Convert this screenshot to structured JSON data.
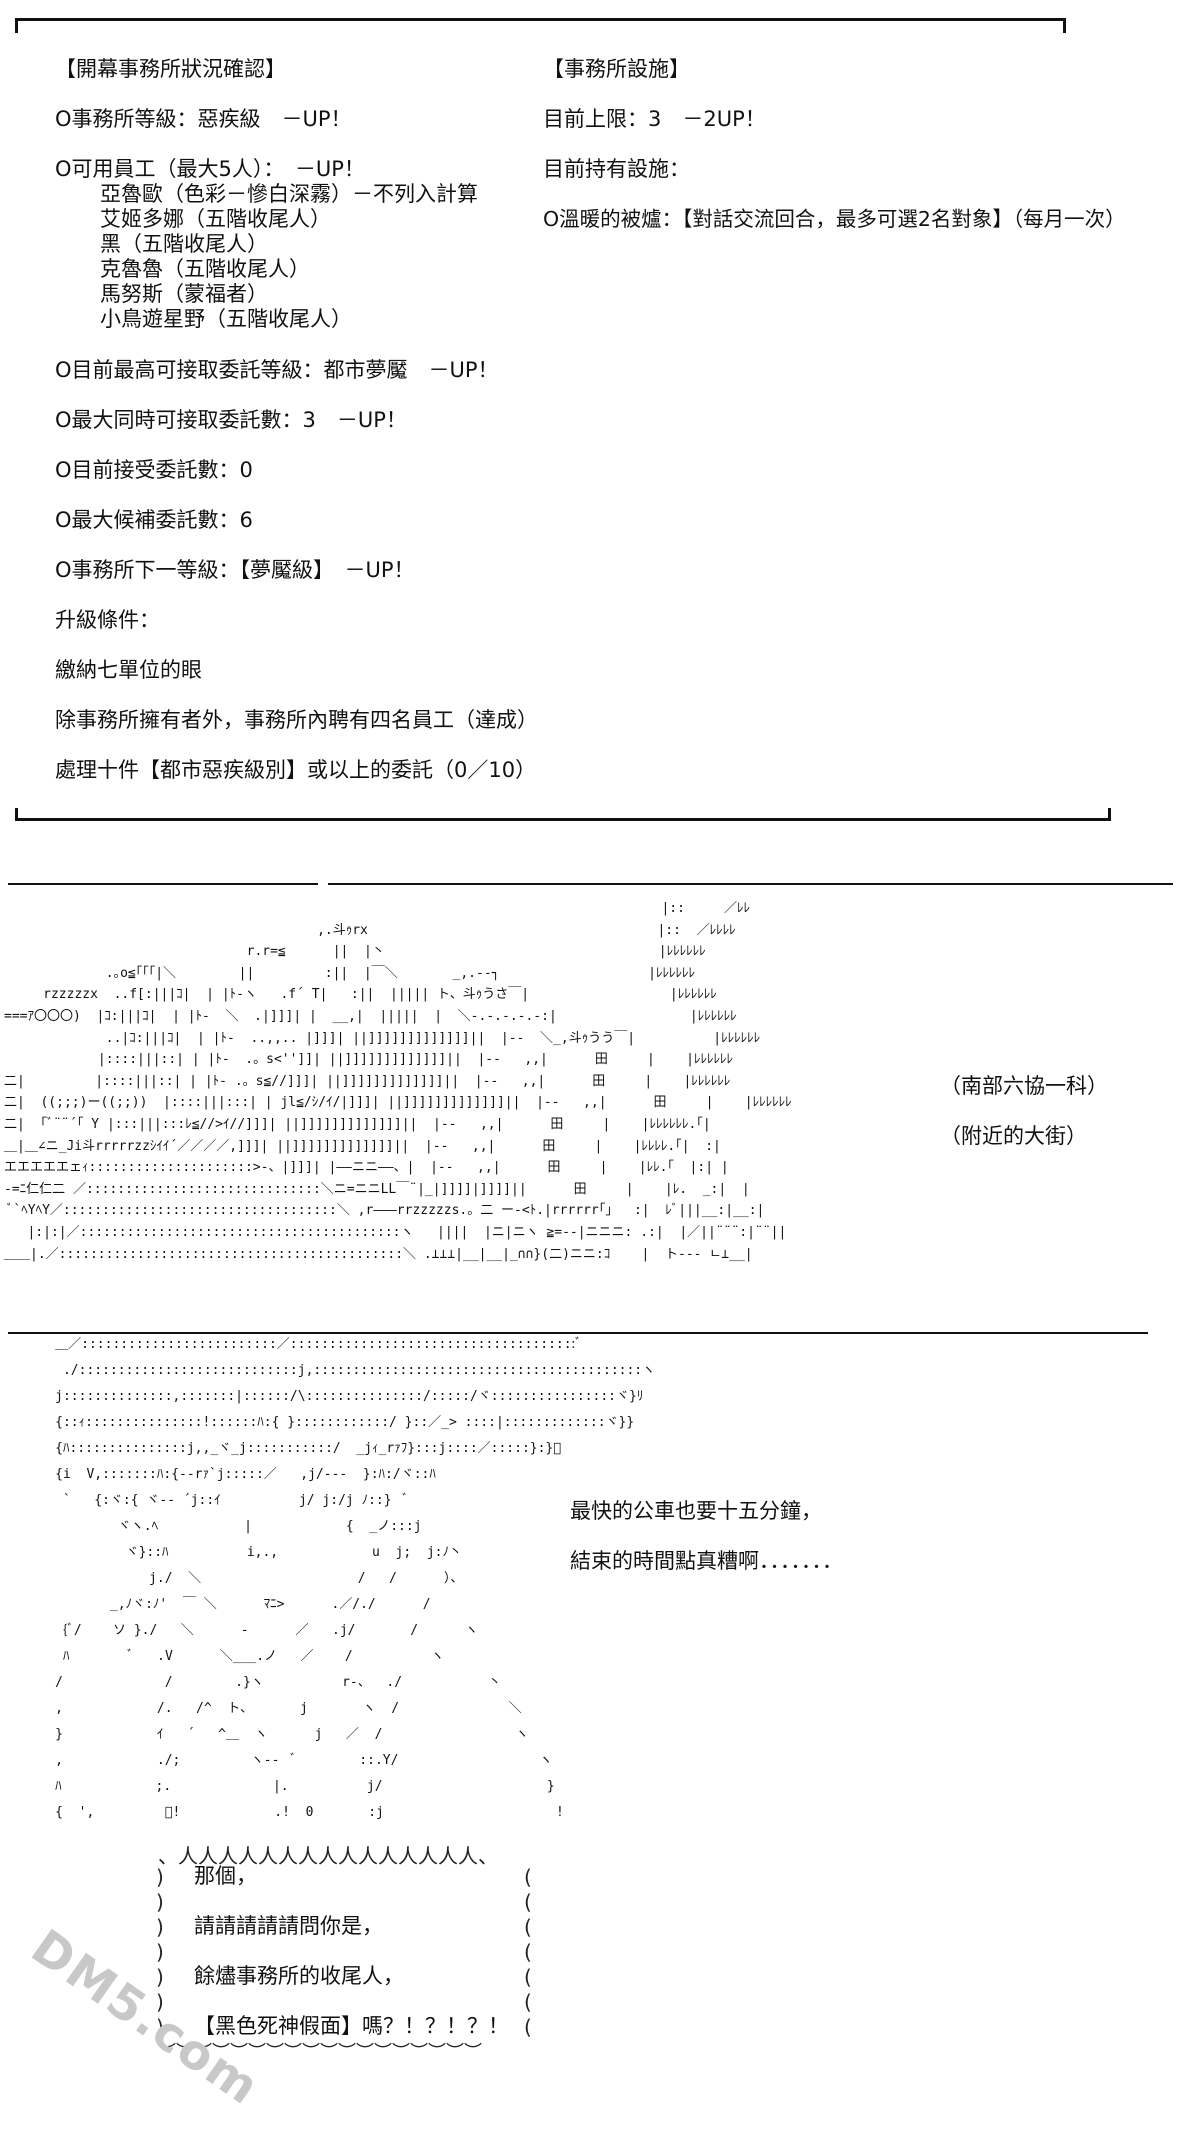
{
  "status": {
    "left_title": "【開幕事務所狀況確認】",
    "rank": "O事務所等級：惡疾級　－UP！",
    "staff_head": "O可用員工（最大5人）：　－UP！",
    "staff": [
      "亞魯歐（色彩－慘白深霧）－不列入計算",
      "艾姬多娜（五階收尾人）",
      "黑（五階收尾人）",
      "克魯魯（五階收尾人）",
      "馬努斯（蒙福者）",
      "小鳥遊星野（五階收尾人）"
    ],
    "max_grade": "O目前最高可接取委託等級：都市夢魘　－UP！",
    "max_simul": "O最大同時可接取委託數：3　－UP！",
    "current": "O目前接受委託數：0",
    "candidates": "O最大候補委託數：6",
    "next_rank": "O事務所下一等級：【夢魘級】　－UP！",
    "upgrade_cond": "升級條件：",
    "cond1": "繳納七單位的眼",
    "cond2": "除事務所擁有者外，事務所內聘有四名員工（達成）",
    "cond3": "處理十件【都市惡疾級別】或以上的委託（0／10）",
    "right_title": "【事務所設施】",
    "limit": "目前上限：3　－2UP！",
    "owned": "目前持有設施：",
    "facility": "O溫暖的被爐：【對話交流回合，最多可選2名對象】（每月一次）"
  },
  "scene": {
    "caption1": "（南部六協一科）",
    "caption2": "（附近的大街）",
    "city_art": "                                                                                    |::     ／ﾚﾚ\n                                        ,.斗ｩrx                                     |::  ／ﾚﾚﾚﾚ\n                               r.r=≦      ||  |丶                                   |ﾚﾚﾚﾚﾚﾚ\n             .｡o≦｢｢｢|＼        ||         :||  |￣＼       _,.-‐┐                   |ﾚﾚﾚﾚﾚﾚ\n     rzzzzzx  ..f[:|||ｺ|  | |ﾄ-ヽ   .f´ T|   :||  ||||| ト、斗ｩうさ￣|                  |ﾚﾚﾚﾚﾚﾚ\n===ｱ〇〇〇)  |ｺ:|||ｺ|  | |ﾄ-  ＼  .|]]]| |  __,|  |||||  |  ＼-.-.-.-.-:|                 |ﾚﾚﾚﾚﾚﾚ\n             ..|ｺ:|||ｺ|  | |ﾄ-  ..,,.. |]]]| ||]]]]]]]]]]]]]||  |--  ＼_,斗ｩうう￣|          |ﾚﾚﾚﾚﾚﾚ\n            |::::|||::| | |ﾄ-  .。s<'']]| ||]]]]]]]]]]]]]||  |--   ,,|      田     |    |ﾚﾚﾚﾚﾚﾚ\n二|         |::::|||::| | |ﾄ- .。s≦//]]]| ||]]]]]]]]]]]]]||  |--   ,,|      田     |    |ﾚﾚﾚﾚﾚﾚ\n二|  ((;;;)ー((;;))  |::::|||:::| | jl≦/ｼ/ｲ/|]]]| ||]]]]]]]]]]]]]||  |--   ,,|      田     |    |ﾚﾚﾚﾚﾚﾚ\n二|  ｢ﾞ¨¨´｢ Y |:::|||:::ﾚ≦//>ｲ//]]]| ||]]]]]]]]]]]]]||  |--   ,,|      田     |    |ﾚﾚﾚﾚﾚﾚ.｢|\n＿|＿∠ニ_Ji斗rrrrrzzｼｲｲ´／／／／,]]]| ||]]]]]]]]]]]]]||  |--   ,,|      田     |    |ﾚﾚﾚﾚ.｢|  :|\nエエエエエェｨ:::::::::::::::::::::>-、|]]]| |――ニニ――、|  |--   ,,|      田     |    |ﾚﾚ.｢  |:| |\n-=ﾆ仁仁二 ／::::::::::::::::::::::::::::::＼ニ=ニニLL￣¨|_|]]]]|]]]]||      田     |    |ﾚ.  _:|  |\n ﾞ`ﾍYﾍY／:::::::::::::::::::::::::::::::::::＼ ,r―――rrzzzzzs.。二 ー-<ﾄ.|rrrrrr｢」  :|  ﾚﾞ|||__:|__:|\n   |:|:|／:::::::::::::::::::::::::::::::::::::::::ヽ   ||||  |ニ|ニヽ ≧=--|ニニニ: .:|  |／||¨¨¨:|¨¨||\n＿＿|.／::::::::::::::::::::::::::::::::::::::::::::＼ .⊥⊥⊥|__|__|_∩∩}(二)ニニ:ｺ    |  ト--- ㄴ⊥__|",
    "caption3": "最快的公車也要十五分鐘，",
    "caption4": "結束的時間點真糟啊．．．．．．．",
    "figure_art": "     ＿／:::::::::::::::::::::::::／:::::::::::::::::::::::::::::::::::::ﾞ\n      ./::::::::::::::::::::::::::::j,::::::::::::::::::::::::::::::::::::::::::ヽ\n     j::::::::::::::,:::::::|::::::/\\:::::::::::::::/:::::/ヾ::::::::::::::::ヾ}ﾘ\n     {::ｨ:::::::::::::::!::::::ﾊ:{ }::::::::::::/ }::／_> ::::|:::::::::::::ヾ}}\n     {ﾊ:::::::::::::::j,,_ヾ_j:::::::::::/  _jｨ_rｧﾌ}:::j::::／:::::}:}ﾞ\n     {i  V,:::::::ﾊ:{--rｧ`j:::::／   ,j/---  }:ﾊ:/ヾ::ﾊ\n      `   {:ヾ:{ ヾ-- ´j::ｲ          j/ j:/j ﾉ::}  ﾞ\n             ヾヽ.ﾍ           |            {  _ノ:::j\n              ヾ}::ﾊ          i,.,            u  j;  j:ﾉ丶\n                 j./  ＼                    /   /      ）、\n            _,ﾉヾ:ﾉ'  ￣ ＼      ﾏﾆ>      .／/./      /\n      {ﾞ/    ソ }./   ＼      -      ／   .j/       /      ヽ\n      ﾊ        ﾞ   .V      ＼___.ノ   ／    /          ヽ\n     /             /        .}ヽ          r-、  ./           丶\n     ,            /.   /^  ト、      j       ヽ  /              ＼\n     }            ｲ   ´   ^＿  ヽ      j   ／  /                 ヽ\n     ,            ./;         ヽ--  ﾞ        ::.Y/                  ヽ\n     ﾊ            ;.             |.          j/                     }\n     {  ',         ﾞ!            .!  0       :j                      !",
    "speech_top": "、人人人人人人人人人人人人人人人、",
    "speech_bottom": "︶︶︶︶︶︶︶︶︶︶︶︶︶︶︶︶︶︶",
    "speech_lines": [
      "那個，",
      "請請請請請問你是，",
      "餘燼事務所的收尾人，",
      "【黑色死神假面】嗎？！？！？！"
    ],
    "watermark": "DM5.com"
  }
}
